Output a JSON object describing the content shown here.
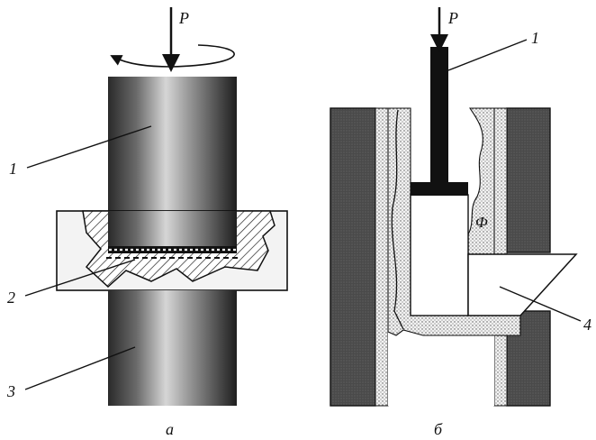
{
  "figure_a": {
    "force_label": "P",
    "labels": [
      "1",
      "2",
      "3"
    ],
    "caption": "а"
  },
  "figure_b": {
    "force_label": "P",
    "labels": [
      "1",
      "4"
    ],
    "phi_label": "Ф",
    "caption": "б"
  }
}
